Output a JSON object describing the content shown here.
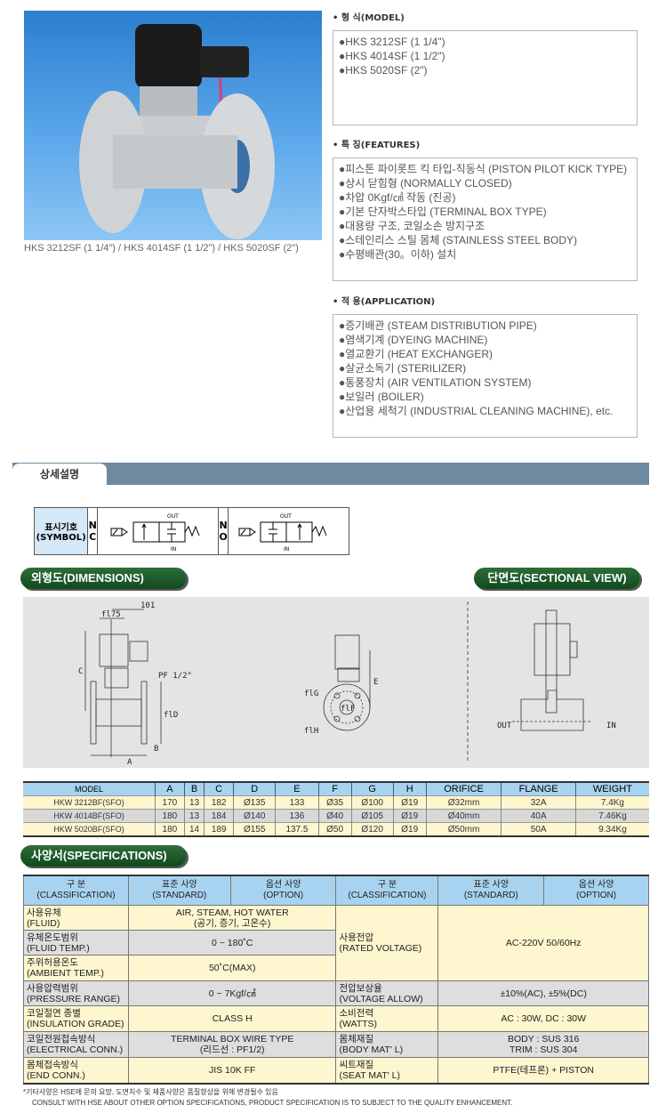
{
  "product": {
    "caption": "HKS 3212SF (1 1/4\") / HKS 4014SF (1 1/2\") / HKS 5020SF (2\")"
  },
  "model": {
    "title": "• 형 식(MODEL)",
    "items": [
      "HKS 3212SF (1 1/4\")",
      "HKS 4014SF (1 1/2\")",
      "HKS 5020SF (2\")"
    ]
  },
  "features": {
    "title": "• 특 징(FEATURES)",
    "items": [
      "피스톤 파이롯트 킥 타입-직동식 (PISTON PILOT KICK TYPE)",
      "상시 닫힘형 (NORMALLY CLOSED)",
      "차압 0Kgf/㎠ 작동 (진공)",
      "기본 단자박스타입 (TERMINAL BOX TYPE)",
      "대용량 구조, 코일소손 방지구조",
      "스테인리스 스틸 몸체 (STAINLESS STEEL BODY)",
      "수평배관(30。이하) 설치"
    ]
  },
  "application": {
    "title": "• 적 용(APPLICATION)",
    "items": [
      "증기배관 (STEAM DISTRIBUTION PIPE)",
      "염색기계 (DYEING MACHINE)",
      "열교환기 (HEAT EXCHANGER)",
      "살균소독기 (STERILIZER)",
      "통풍장치 (AIR VENTILATION SYSTEM)",
      "보일러 (BOILER)",
      "산업용 세척기 (INDUSTRIAL CLEANING MACHINE), etc."
    ]
  },
  "detail_tab": "상세설명",
  "symbol": {
    "label_kr": "표시기호",
    "label_en": "(SYMBOL)",
    "nc": [
      "N",
      "C"
    ],
    "no": [
      "N",
      "O"
    ],
    "out": "OUT",
    "in": "IN"
  },
  "headers": {
    "dimensions": "외형도(DIMENSIONS)",
    "sectional": "단면도(SECTIONAL VIEW)",
    "specifications": "사양서(SPECIFICATIONS)"
  },
  "drawing": {
    "d101": "101",
    "d175": "fl75",
    "pf": "PF 1/2\"",
    "c": "C",
    "a": "A",
    "b": "B",
    "d": "flD",
    "e": "E",
    "g": "flG",
    "f": "flF",
    "h": "flH",
    "out": "OUT",
    "in": "IN"
  },
  "dimensions": {
    "columns": [
      "MODEL",
      "A",
      "B",
      "C",
      "D",
      "E",
      "F",
      "G",
      "H",
      "ORIFICE",
      "FLANGE",
      "WEIGHT"
    ],
    "rows": [
      [
        "HKW 3212BF(SFO)",
        "170",
        "13",
        "182",
        "Ø135",
        "133",
        "Ø35",
        "Ø100",
        "Ø19",
        "Ø32mm",
        "32A",
        "7.4Kg"
      ],
      [
        "HKW 4014BF(SFO)",
        "180",
        "13",
        "184",
        "Ø140",
        "136",
        "Ø40",
        "Ø105",
        "Ø19",
        "Ø40mm",
        "40A",
        "7.46Kg"
      ],
      [
        "HKW 5020BF(SFO)",
        "180",
        "14",
        "189",
        "Ø155",
        "137.5",
        "Ø50",
        "Ø120",
        "Ø19",
        "Ø50mm",
        "50A",
        "9.34Kg"
      ]
    ]
  },
  "spec": {
    "head": {
      "class_kr": "구 분",
      "class_en": "(CLASSIFICATION)",
      "std_kr": "표준 사양",
      "std_en": "(STANDARD)",
      "opt_kr": "옵션 사양",
      "opt_en": "(OPTION)"
    },
    "left": [
      {
        "kr": "사용유체",
        "en": "(FLUID)",
        "v1": "AIR, STEAM, HOT WATER",
        "v2": "(공기, 증기, 고온수)"
      },
      {
        "kr": "유체온도범위",
        "en": "(FLUID TEMP.)",
        "v1": "0 ~ 180˚C",
        "v2": ""
      },
      {
        "kr": "주위허용온도",
        "en": "(AMBIENT TEMP.)",
        "v1": "50˚C(MAX)",
        "v2": ""
      },
      {
        "kr": "사용압력범위",
        "en": "(PRESSURE RANGE)",
        "v1": "0 ~ 7Kgf/㎠",
        "v2": ""
      },
      {
        "kr": "코일절연 종별",
        "en": "(INSULATION GRADE)",
        "v1": "CLASS H",
        "v2": ""
      },
      {
        "kr": "코일전원접속방식",
        "en": "(ELECTRICAL CONN.)",
        "v1": "TERMINAL BOX WIRE TYPE",
        "v2": "(리드선 : PF1/2)"
      },
      {
        "kr": "몸체접속방식",
        "en": "(END CONN.)",
        "v1": "JIS 10K FF",
        "v2": ""
      }
    ],
    "right": [
      {
        "kr": "사용전압",
        "en": "(RATED VOLTAGE)",
        "v1": "AC-220V  50/60Hz",
        "v2": ""
      },
      {
        "kr": "전압보상율",
        "en": "(VOLTAGE ALLOW)",
        "v1": "±10%(AC), ±5%(DC)",
        "v2": ""
      },
      {
        "kr": "소비전력",
        "en": "(WATTS)",
        "v1": "AC : 30W,   DC : 30W",
        "v2": ""
      },
      {
        "kr": "몸체재질",
        "en": "(BODY MAT' L)",
        "v1": "BODY : SUS 316",
        "v2": "TRIM : SUS 304"
      },
      {
        "kr": "씨트재질",
        "en": "(SEAT MAT' L)",
        "v1": "PTFE(테프론) + PISTON",
        "v2": ""
      }
    ]
  },
  "notes": [
    "*기타사양은 HSE에 문의 요망, 도면치수 및 제품사양은 품질향상을 위해 변경될수 있음",
    "CONSULT WITH HSE ABOUT OTHER OPTION SPECIFICATIONS, PRODUCT SPECIFICATION IS TO SUBJECT TO THE QUALITY ENHANCEMENT."
  ]
}
